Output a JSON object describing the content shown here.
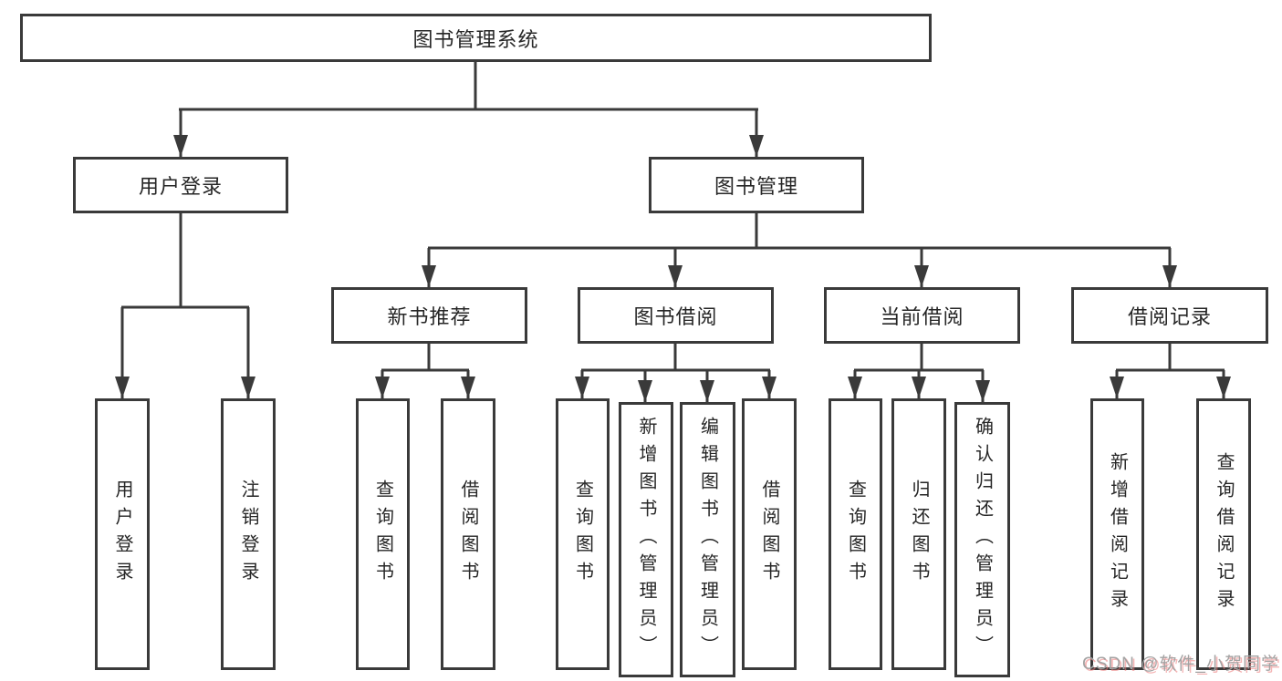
{
  "diagram": {
    "tree": {
      "label": "图书管理系统",
      "children": [
        {
          "label": "用户登录",
          "children": [
            {
              "label": "用户登录"
            },
            {
              "label": "注销登录"
            }
          ]
        },
        {
          "label": "图书管理",
          "children": [
            {
              "label": "新书推荐",
              "children": [
                {
                  "label": "查询图书"
                },
                {
                  "label": "借阅图书"
                }
              ]
            },
            {
              "label": "图书借阅",
              "children": [
                {
                  "label": "查询图书"
                },
                {
                  "label": "新增图书（管理员）"
                },
                {
                  "label": "编辑图书（管理员）"
                },
                {
                  "label": "借阅图书"
                }
              ]
            },
            {
              "label": "当前借阅",
              "children": [
                {
                  "label": "查询图书"
                },
                {
                  "label": "归还图书"
                },
                {
                  "label": "确认归还（管理员）"
                }
              ]
            },
            {
              "label": "借阅记录",
              "children": [
                {
                  "label": "新增借阅记录"
                },
                {
                  "label": "查询借阅记录"
                }
              ]
            }
          ]
        }
      ]
    },
    "colors": {
      "line": "#3a3a3a",
      "border": "#3a3a3a",
      "text": "#262626",
      "background": "#ffffff",
      "watermark_gray": "#a3a3a3",
      "watermark_red_shadow": "#ec7a7a"
    }
  },
  "watermark": {
    "text": "CSDN @软件_小贺同学"
  }
}
